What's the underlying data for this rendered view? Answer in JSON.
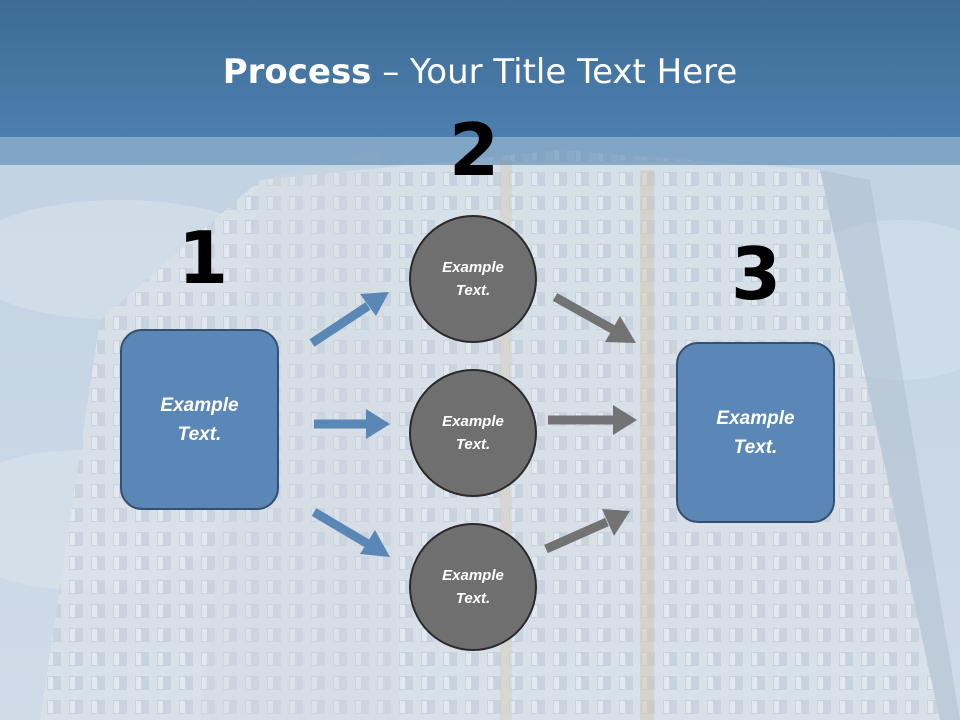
{
  "title": {
    "bold": "Process",
    "rest": " – Your Title Text Here"
  },
  "steps": {
    "one": "1",
    "two": "2",
    "three": "3"
  },
  "left_box": {
    "line1": "Example",
    "line2": "Text."
  },
  "circles": [
    {
      "line1": "Example",
      "line2": "Text."
    },
    {
      "line1": "Example",
      "line2": "Text."
    },
    {
      "line1": "Example",
      "line2": "Text."
    }
  ],
  "right_box": {
    "line1": "Example",
    "line2": "Text."
  },
  "colors": {
    "title_bar": "#4d7fad",
    "box_fill": "#5b87b6",
    "circle_fill": "#6f6f6f",
    "arrow_blue": "#5b87b6",
    "arrow_gray": "#737373"
  }
}
